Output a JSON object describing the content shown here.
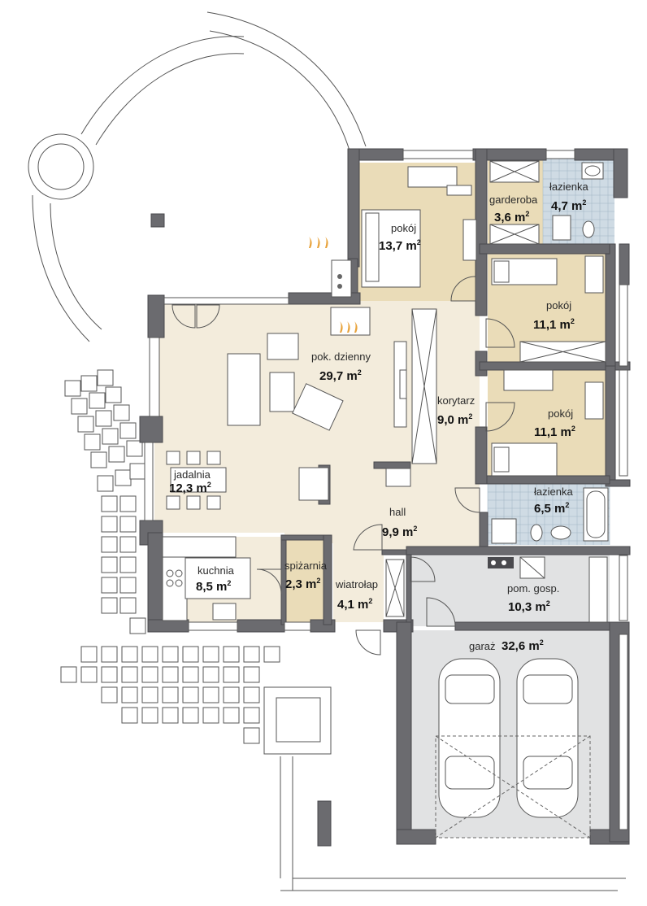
{
  "colors": {
    "living": "#f3ecdc",
    "bedroom": "#eadcb8",
    "bathroom": "#cfdbe4",
    "garage": "#e1e2e3",
    "wall": "#6b6b6f",
    "fire": "#e8a33c"
  },
  "rooms": {
    "pokoj_1": {
      "name": "pokój",
      "area": "13,7 m"
    },
    "garderoba": {
      "name": "garderoba",
      "area": "3,6 m"
    },
    "lazienka_1": {
      "name": "łazienka",
      "area": "4,7 m"
    },
    "pokoj_2": {
      "name": "pokój",
      "area": "11,1 m"
    },
    "pok_dzienny": {
      "name": "pok. dzienny",
      "area": "29,7 m"
    },
    "korytarz": {
      "name": "korytarz",
      "area": "9,0 m"
    },
    "pokoj_3": {
      "name": "pokój",
      "area": "11,1 m"
    },
    "jadalnia": {
      "name": "jadalnia",
      "area": "12,3 m"
    },
    "lazienka_2": {
      "name": "łazienka",
      "area": "6,5 m"
    },
    "hall": {
      "name": "hall",
      "area": "9,9 m"
    },
    "kuchnia": {
      "name": "kuchnia",
      "area": "8,5 m"
    },
    "spizarnia": {
      "name": "spiżarnia",
      "area": "2,3 m"
    },
    "wiatrolap": {
      "name": "wiatrołap",
      "area": "4,1 m"
    },
    "pom_gosp": {
      "name": "pom. gosp.",
      "area": "10,3 m"
    },
    "garaz": {
      "name": "garaż",
      "area": "32,6 m"
    }
  },
  "area_unit_exponent": "2",
  "icons": [
    "fireplace-icon",
    "car-icon",
    "bathtub-icon",
    "toilet-icon",
    "stove-icon",
    "bed-icon"
  ]
}
